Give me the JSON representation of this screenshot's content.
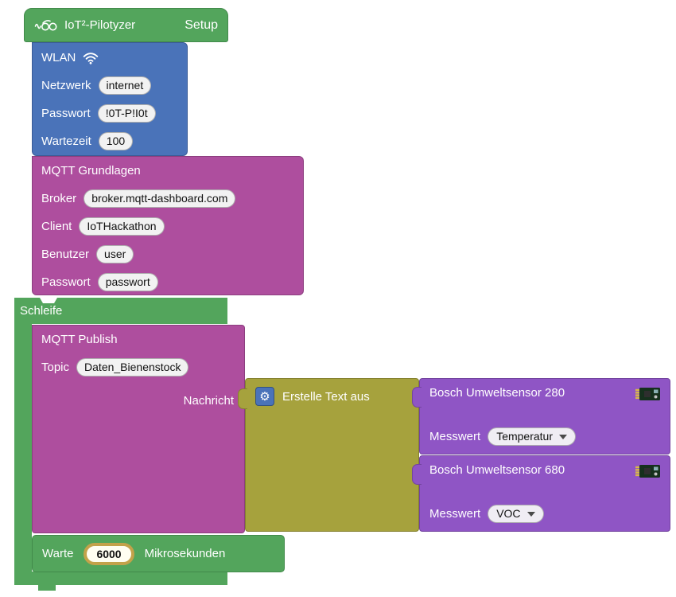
{
  "colors": {
    "green": "#53A55C",
    "green_border": "#428A4B",
    "blue": "#4A73B9",
    "blue_border": "#3A5C97",
    "magenta": "#AE4E9E",
    "magenta_border": "#8C3E7F",
    "olive": "#A6A23D",
    "olive_border": "#868230",
    "purple": "#8F55C5",
    "purple_border": "#73449F",
    "field_background": "#F2F2F2",
    "highlight_field_border": "#C3A24A",
    "workspace_background": "#FFFFFF"
  },
  "program": {
    "title": "IoT²-Pilotyzer",
    "setup_label": "Setup",
    "loop_label": "Schleife"
  },
  "wlan": {
    "title": "WLAN",
    "rows": [
      {
        "label": "Netzwerk",
        "value": "internet"
      },
      {
        "label": "Passwort",
        "value": "!0T-P!I0t"
      },
      {
        "label": "Wartezeit",
        "value": "100"
      }
    ]
  },
  "mqtt_setup": {
    "title": "MQTT Grundlagen",
    "rows": [
      {
        "label": "Broker",
        "value": "broker.mqtt-dashboard.com"
      },
      {
        "label": "Client",
        "value": "IoTHackathon"
      },
      {
        "label": "Benutzer",
        "value": "user"
      },
      {
        "label": "Passwort",
        "value": "passwort"
      }
    ]
  },
  "mqtt_publish": {
    "title": "MQTT Publish",
    "topic_label": "Topic",
    "topic_value": "Daten_Bienenstock",
    "message_label": "Nachricht"
  },
  "text_join": {
    "title": "Erstelle Text aus"
  },
  "sensors": [
    {
      "title": "Bosch Umweltsensor 280",
      "measure_label": "Messwert",
      "measure_value": "Temperatur"
    },
    {
      "title": "Bosch Umweltsensor 680",
      "measure_label": "Messwert",
      "measure_value": "VOC"
    }
  ],
  "wait": {
    "label": "Warte",
    "value": "6000",
    "unit": "Mikrosekunden"
  },
  "icons": {
    "logo": "pilotyzer-logo",
    "wifi": "wifi",
    "gear": "⚙",
    "dropdown_arrow": "caret-down",
    "sensor_board": "sensor-board"
  }
}
